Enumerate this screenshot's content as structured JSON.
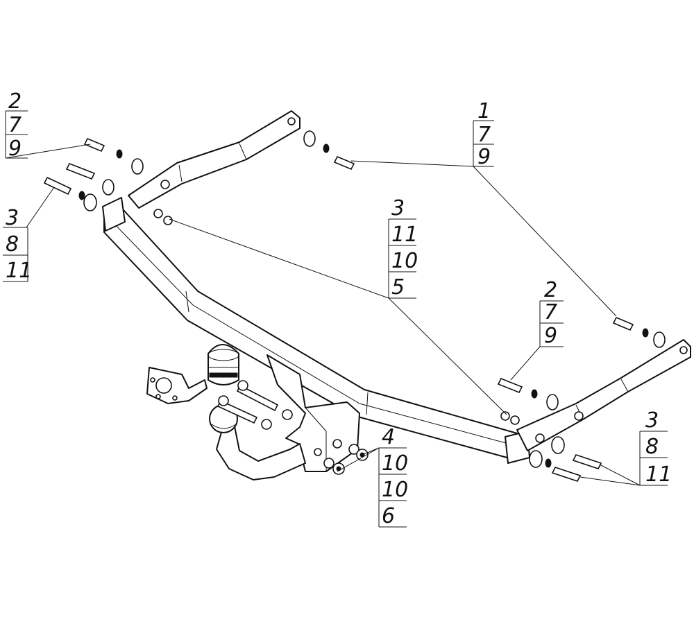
{
  "callouts": [
    {
      "id": "top-left",
      "lines": [
        "2",
        "7",
        "9"
      ]
    },
    {
      "id": "left",
      "lines": [
        "3",
        "8",
        "11"
      ]
    },
    {
      "id": "top-right",
      "lines": [
        "1",
        "7",
        "9"
      ]
    },
    {
      "id": "center",
      "lines": [
        "3",
        "11",
        "10",
        "5"
      ]
    },
    {
      "id": "right-mid",
      "lines": [
        "2",
        "7",
        "9"
      ]
    },
    {
      "id": "right-bottom",
      "lines": [
        "3",
        "8",
        "11"
      ]
    },
    {
      "id": "bottom",
      "lines": [
        "4",
        "10",
        "10",
        "6"
      ]
    }
  ]
}
